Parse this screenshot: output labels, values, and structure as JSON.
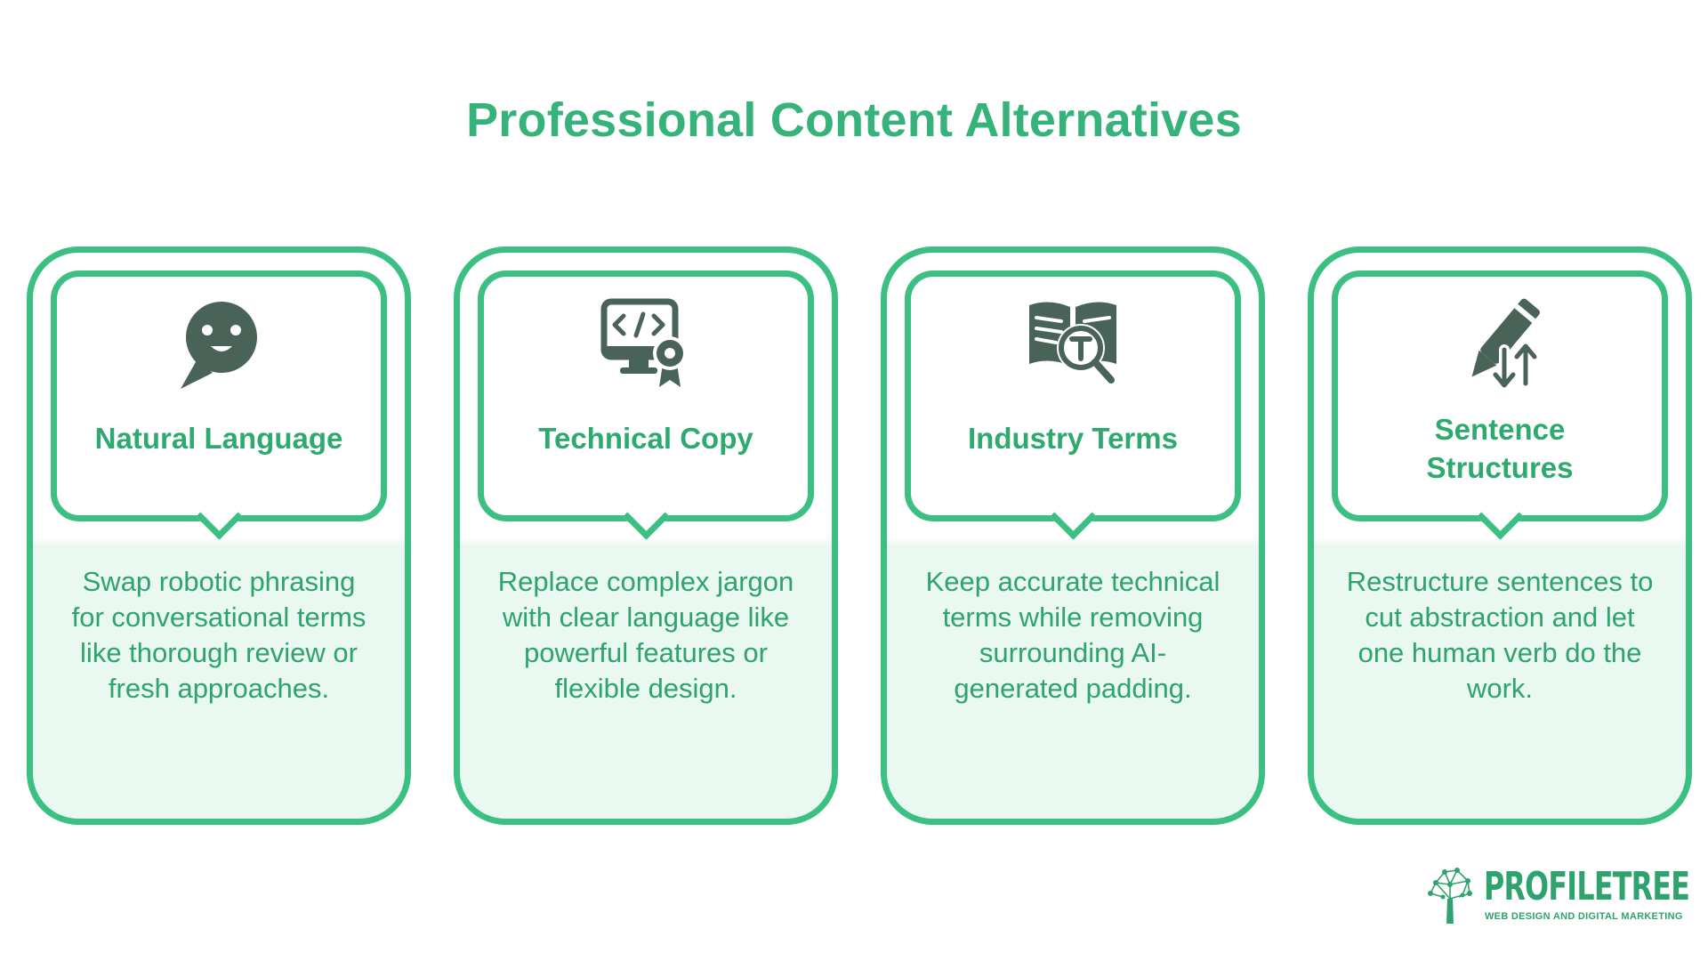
{
  "title": "Professional Content Alternatives",
  "colors": {
    "accent": "#3cbf83",
    "text": "#2fa36d",
    "icon": "#4a6358",
    "panel": "#e9f8f0"
  },
  "cards": [
    {
      "title": "Natural Language",
      "icon": "smiley-chat-bubble-icon",
      "description": "Swap robotic phrasing for conversational terms like thorough review or fresh approaches."
    },
    {
      "title": "Technical Copy",
      "icon": "code-monitor-badge-icon",
      "description": "Replace complex jargon with clear language like powerful features or flexible design."
    },
    {
      "title": "Industry Terms",
      "icon": "book-search-icon",
      "description": "Keep accurate technical terms while removing surrounding AI-generated padding."
    },
    {
      "title": "Sentence Structures",
      "icon": "pencil-sort-arrows-icon",
      "description": "Restructure sentences to cut abstraction and let one human verb do the work."
    }
  ],
  "logo": {
    "name": "PROFILETREE",
    "tagline": "WEB DESIGN AND DIGITAL MARKETING"
  }
}
